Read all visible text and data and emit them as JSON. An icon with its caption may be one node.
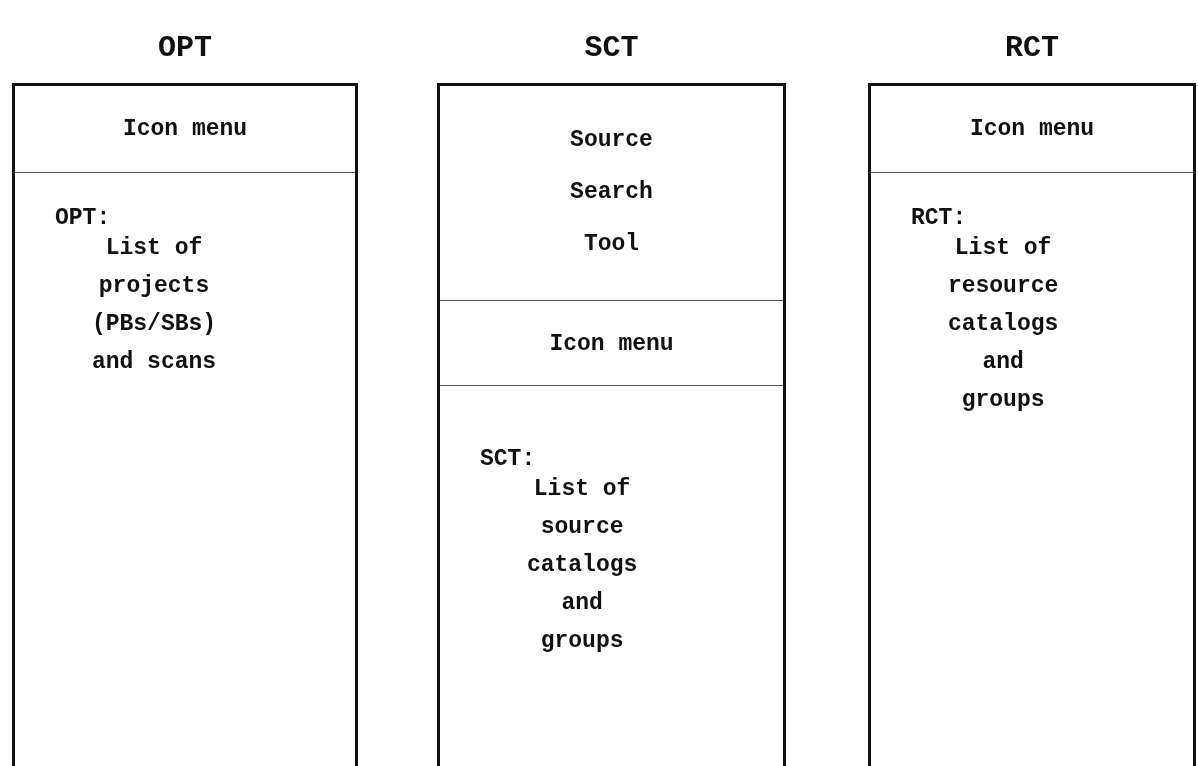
{
  "diagram": {
    "nodes": [
      {
        "text": [
          "OPT"
        ]
      },
      {
        "text": [
          "Icon menu"
        ],
        "in": 0
      },
      {
        "text": [
          "OPT:",
          "List of projects (PBs/SBs) and scans"
        ],
        "in": 0
      },
      {
        "text": [
          "SCT"
        ]
      },
      {
        "text": [
          "Source Search Tool"
        ],
        "in": 3
      },
      {
        "text": [
          "Icon menu"
        ],
        "in": 3
      },
      {
        "text": [
          "SCT:",
          "List of source catalogs and groups"
        ],
        "in": 3
      },
      {
        "text": [
          "RCT"
        ]
      },
      {
        "text": [
          "Icon menu"
        ],
        "in": 7
      },
      {
        "text": [
          "RCT:",
          "List of resource catalogs and groups"
        ],
        "in": 7
      }
    ],
    "edges": []
  }
}
